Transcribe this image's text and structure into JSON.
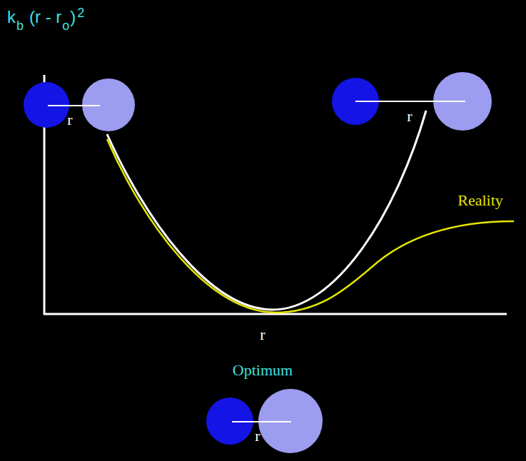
{
  "diagram": {
    "labels": [
      "k",
      "b",
      "(r - r",
      "o",
      ")",
      "2",
      "r",
      "r",
      "Reality",
      "r",
      "Optimum",
      "r"
    ]
  }
}
